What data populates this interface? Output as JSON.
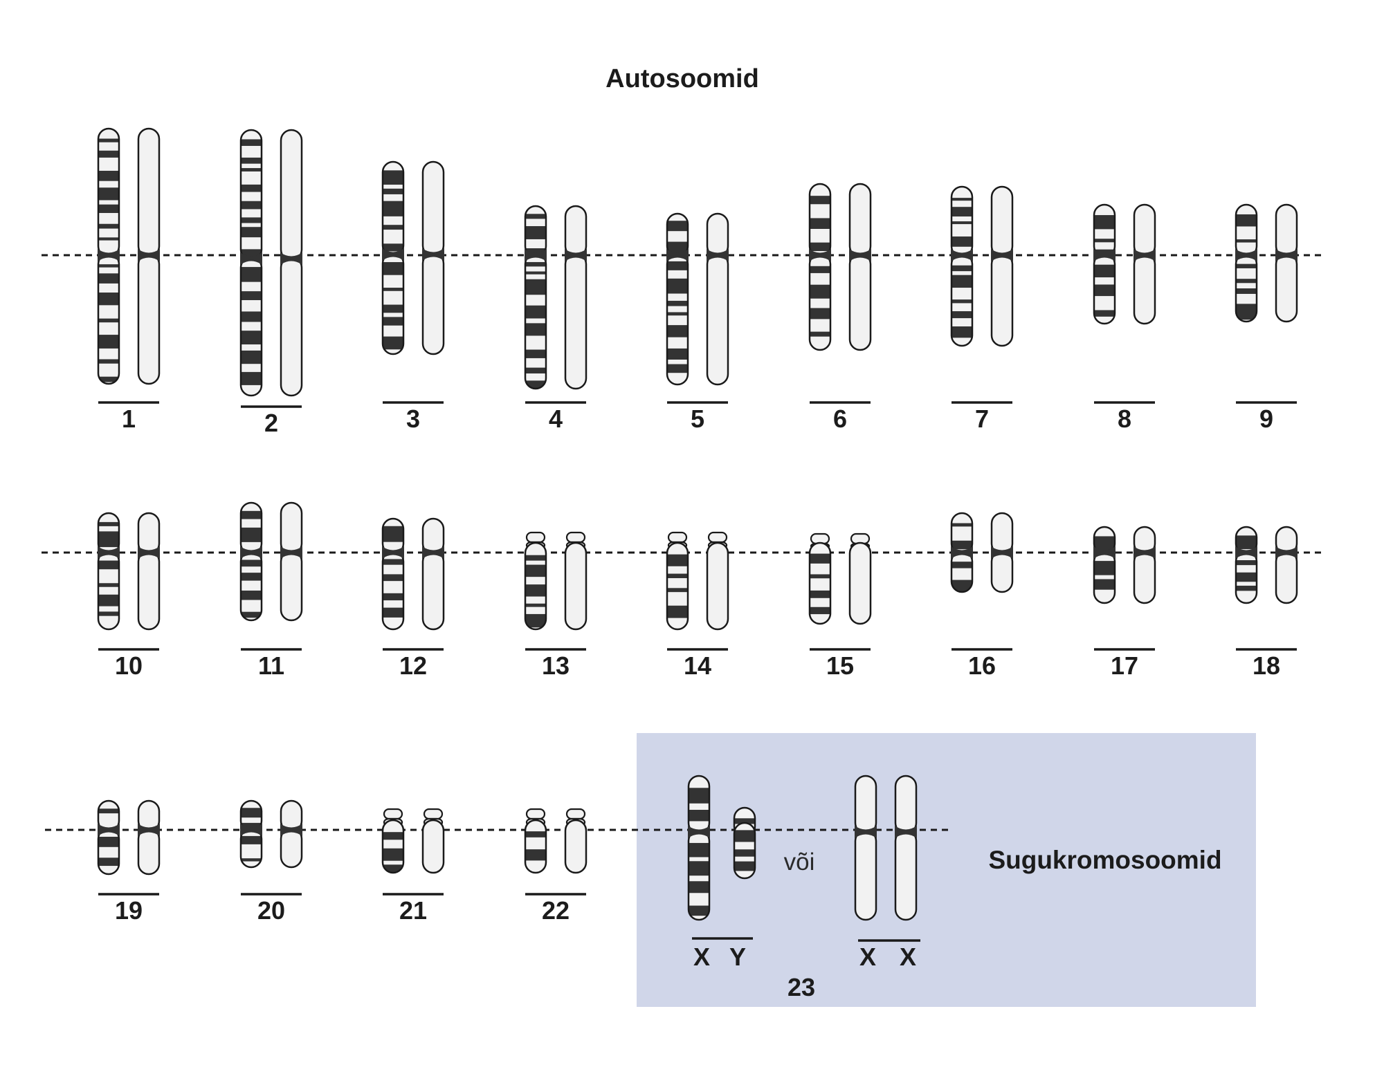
{
  "title": "Autosoomid",
  "sex_label": "Sugukromosoomid",
  "or_text": "või",
  "sex_number": "23",
  "colors": {
    "band_dark": "#333333",
    "band_light": "#f2f2f2",
    "outline": "#1a1a1a",
    "sex_panel": "#d0d6e9"
  },
  "autosomes": [
    {
      "label": "1"
    },
    {
      "label": "2"
    },
    {
      "label": "3"
    },
    {
      "label": "4"
    },
    {
      "label": "5"
    },
    {
      "label": "6"
    },
    {
      "label": "7"
    },
    {
      "label": "8"
    },
    {
      "label": "9"
    },
    {
      "label": "10"
    },
    {
      "label": "11"
    },
    {
      "label": "12"
    },
    {
      "label": "13"
    },
    {
      "label": "14"
    },
    {
      "label": "15"
    },
    {
      "label": "16"
    },
    {
      "label": "17"
    },
    {
      "label": "18"
    },
    {
      "label": "19"
    },
    {
      "label": "20"
    },
    {
      "label": "21"
    },
    {
      "label": "22"
    }
  ],
  "sex_pairs": [
    {
      "left": "X",
      "right": "Y"
    },
    {
      "left": "X",
      "right": "X"
    }
  ]
}
